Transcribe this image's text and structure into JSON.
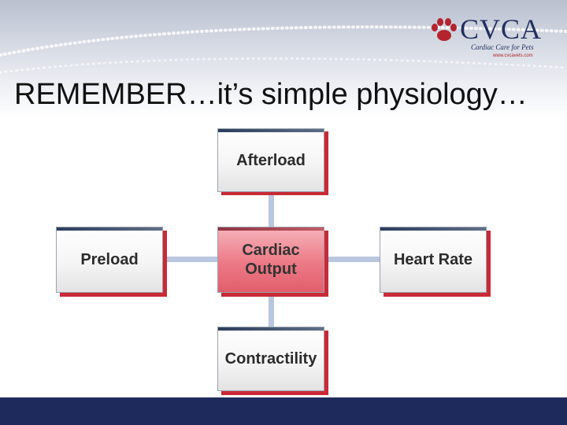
{
  "slide": {
    "title": "REMEMBER…it’s simple physiology…"
  },
  "logo": {
    "name": "CVCA",
    "tagline": "Cardiac Care for Pets",
    "url": "www.cvcavets.com"
  },
  "diagram": {
    "nodes": {
      "afterload": "Afterload",
      "preload": "Preload",
      "cardiac_output": "Cardiac\nOutput",
      "heart_rate": "Heart Rate",
      "contractility": "Contractility"
    }
  },
  "colors": {
    "title_text": "#111111",
    "logo_navy": "#22305e",
    "logo_red": "#b3242d",
    "center_node": "#ec7a86",
    "node_shadow": "#c92a35",
    "connector": "#b9c6e0",
    "bottom_bar": "#1f2a5c"
  }
}
